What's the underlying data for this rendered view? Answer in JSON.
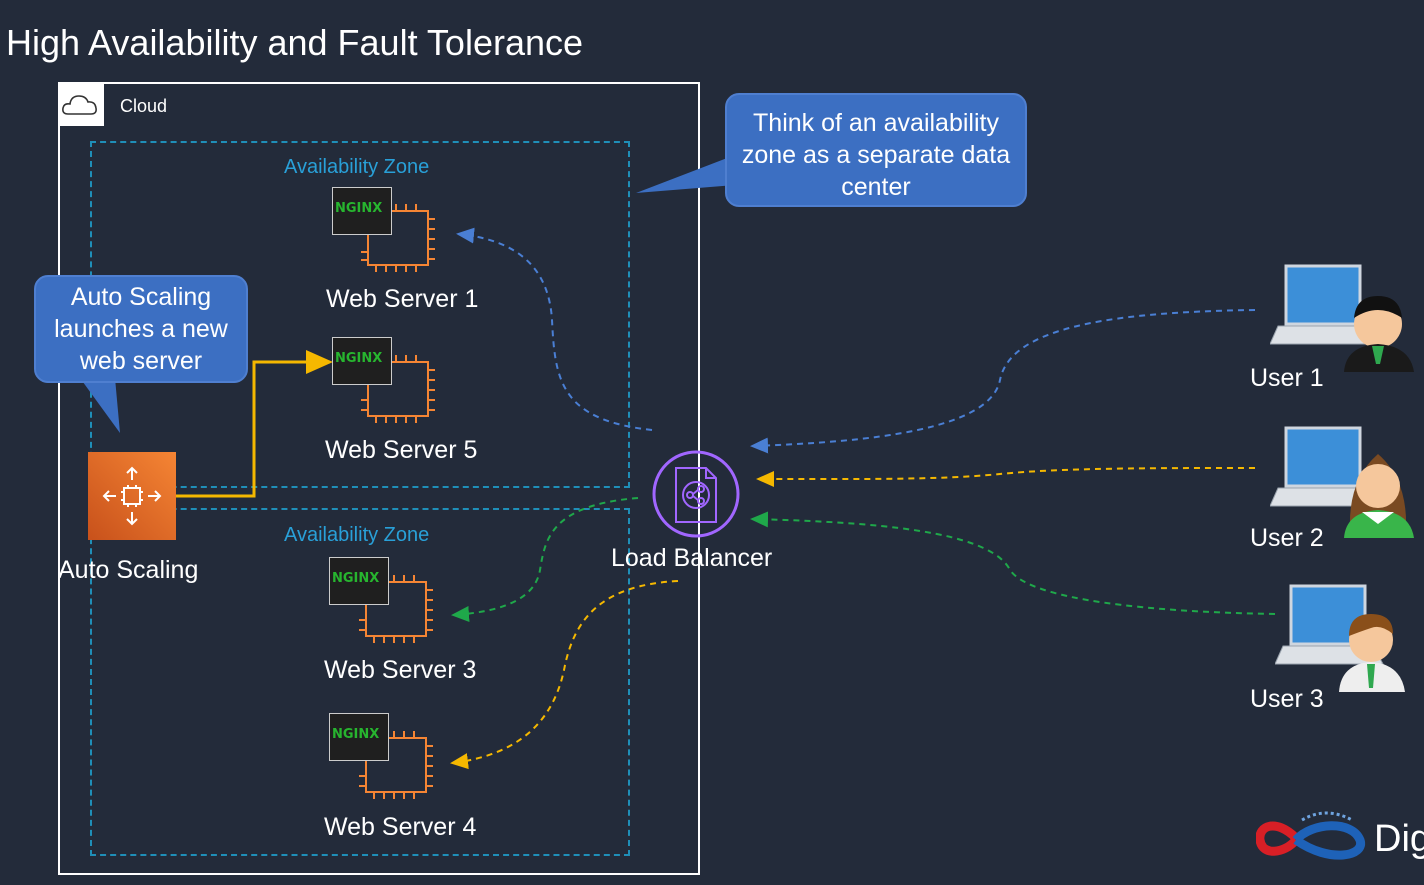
{
  "title": "High Availability and Fault Tolerance",
  "cloud": {
    "label": "Cloud",
    "icon": "cloud-icon"
  },
  "zones": [
    {
      "label": "Availability Zone"
    },
    {
      "label": "Availability Zone"
    }
  ],
  "servers": [
    {
      "label": "Web Server 1",
      "badge": "NGINX"
    },
    {
      "label": "Web Server 5",
      "badge": "NGINX"
    },
    {
      "label": "Web Server 3",
      "badge": "NGINX"
    },
    {
      "label": "Web Server 4",
      "badge": "NGINX"
    }
  ],
  "callouts": {
    "availability_zone": "Think of an availability zone as a separate data center",
    "auto_scaling": "Auto Scaling launches a new web server"
  },
  "auto_scaling": {
    "label": "Auto Scaling",
    "icon": "auto-scaling-icon"
  },
  "load_balancer": {
    "label": "Load Balancer",
    "icon": "load-balancer-icon"
  },
  "users": [
    {
      "label": "User 1",
      "icon": "user-laptop-icon"
    },
    {
      "label": "User 2",
      "icon": "user-laptop-icon"
    },
    {
      "label": "User 3",
      "icon": "user-laptop-icon"
    }
  ],
  "logo": {
    "text": "Dig"
  },
  "colors": {
    "background": "#232b3a",
    "zone_border": "#1f8fb8",
    "callout": "#3c6fc2",
    "auto_scaling": "#f58534",
    "load_balancer": "#a166ff",
    "arrow_blue": "#4a7fd4",
    "arrow_yellow": "#f5b800",
    "arrow_green": "#1fa84a"
  }
}
